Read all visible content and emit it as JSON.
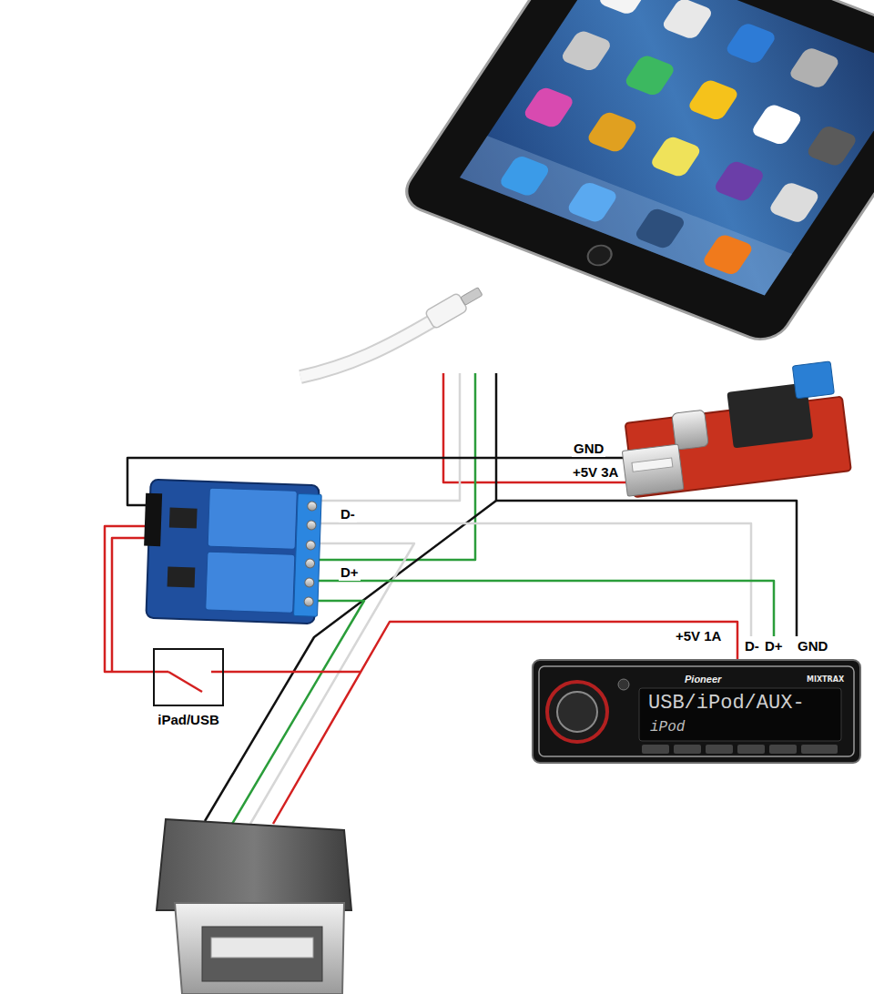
{
  "diagram": {
    "nodes": [
      {
        "text": [
          "iPad/USB"
        ]
      }
    ],
    "labels": [
      "GND",
      "+5V 3A",
      "D-",
      "D+",
      "+5V 1A",
      "D-",
      "D+",
      "GND",
      "Pioneer",
      "USB/iPod/AUX-",
      "iPod",
      "MIXTRAX"
    ]
  }
}
